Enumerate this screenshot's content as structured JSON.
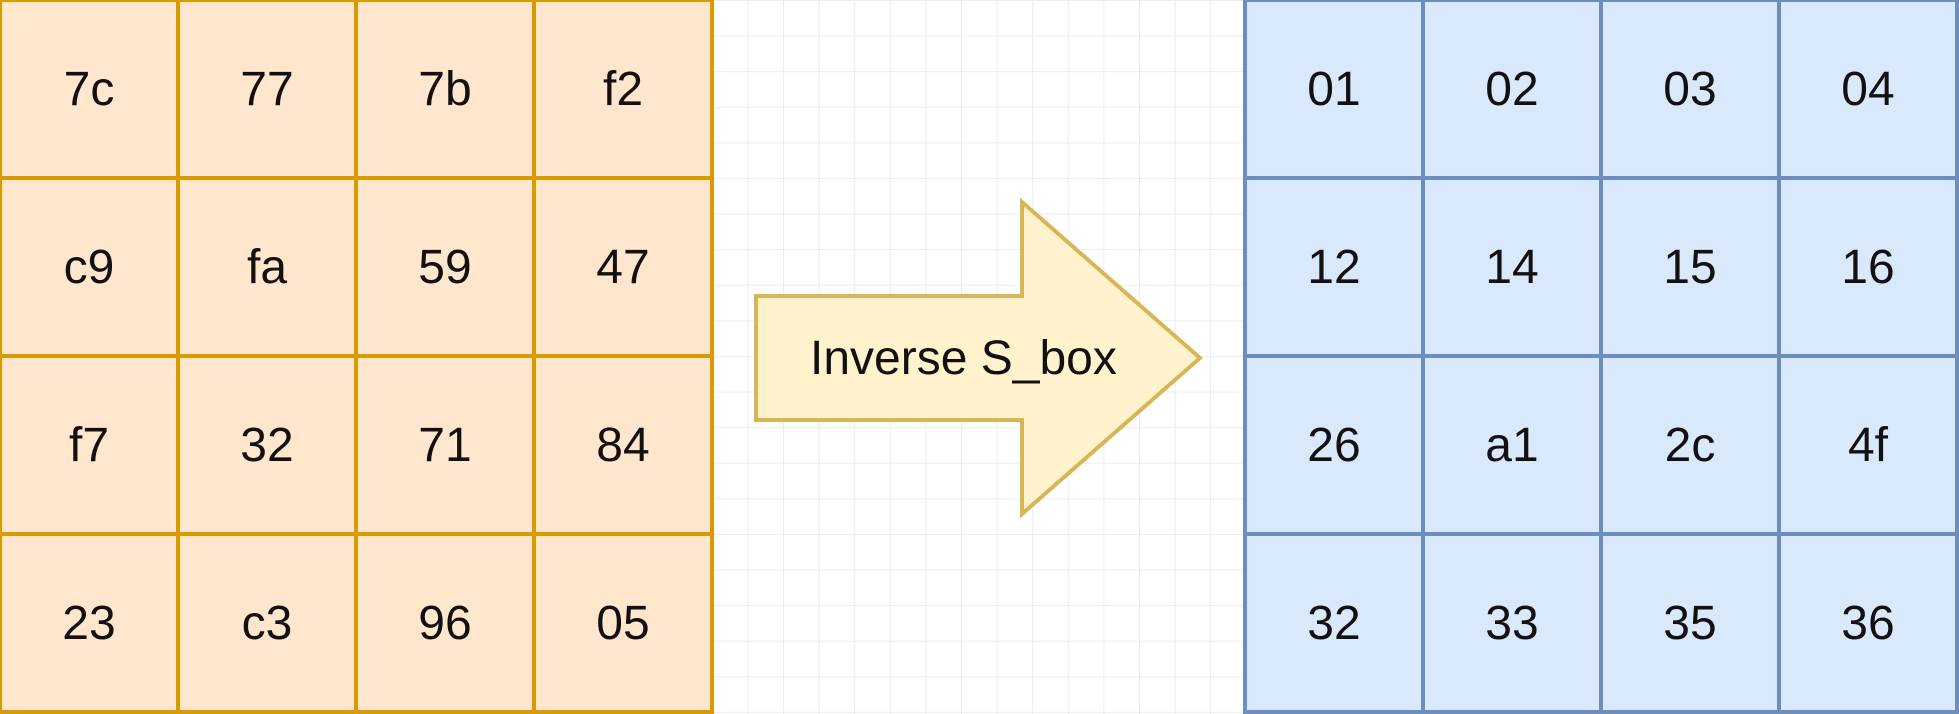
{
  "input_matrix": [
    [
      "7c",
      "77",
      "7b",
      "f2"
    ],
    [
      "c9",
      "fa",
      "59",
      "47"
    ],
    [
      "f7",
      "32",
      "71",
      "84"
    ],
    [
      "23",
      "c3",
      "96",
      "05"
    ]
  ],
  "output_matrix": [
    [
      "01",
      "02",
      "03",
      "04"
    ],
    [
      "12",
      "14",
      "15",
      "16"
    ],
    [
      "26",
      "a1",
      "2c",
      "4f"
    ],
    [
      "32",
      "33",
      "35",
      "36"
    ]
  ],
  "arrow": {
    "label": "Inverse S_box"
  },
  "colors": {
    "input_fill": "#ffe6cc",
    "input_border": "#d79b00",
    "output_fill": "#dae8fc",
    "output_border": "#6c8ebf",
    "arrow_fill": "#fff2cc",
    "arrow_border": "#d6b656",
    "grid_line": "#ececec"
  }
}
